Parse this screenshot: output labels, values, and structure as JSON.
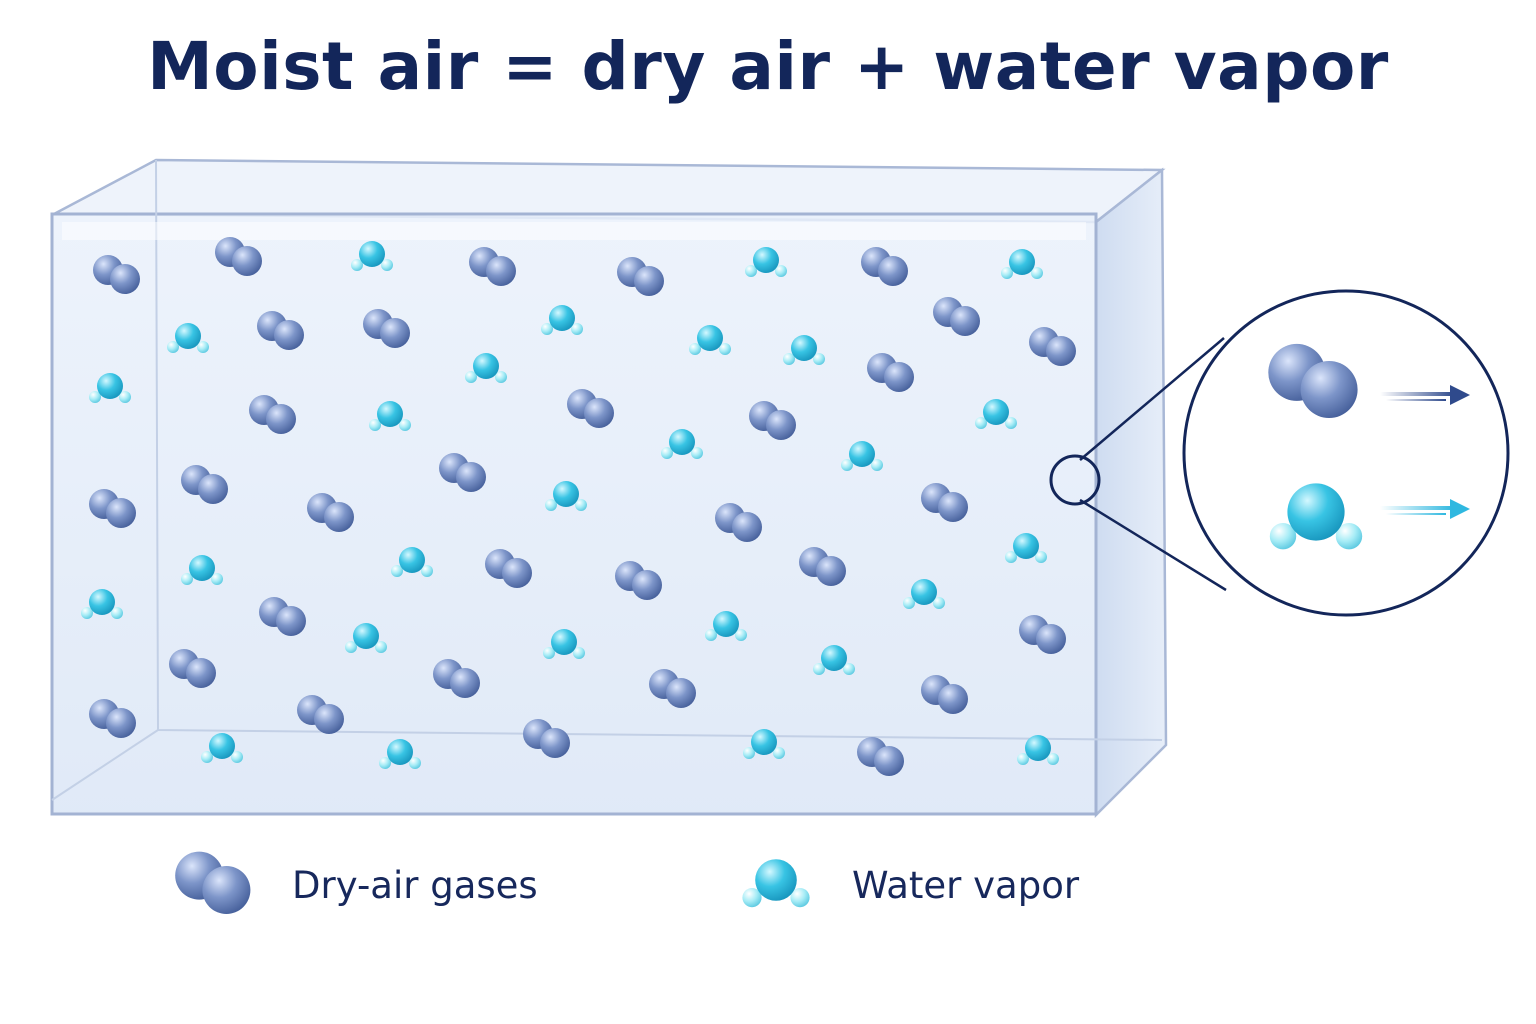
{
  "title": "Moist air = dry air + water vapor",
  "legend": {
    "dry_air": "Dry-air gases",
    "water_vapor": "Water vapor"
  },
  "colors": {
    "title": "#13265a",
    "dry_air_molecule": "#6e86bd",
    "water_vapor_molecule": "#35c3e2",
    "container_edge": "#a9b8d6",
    "magnifier_outline": "#13265a"
  },
  "icons": {
    "dry_air": "diatomic-molecule-icon",
    "water_vapor": "water-molecule-icon"
  }
}
